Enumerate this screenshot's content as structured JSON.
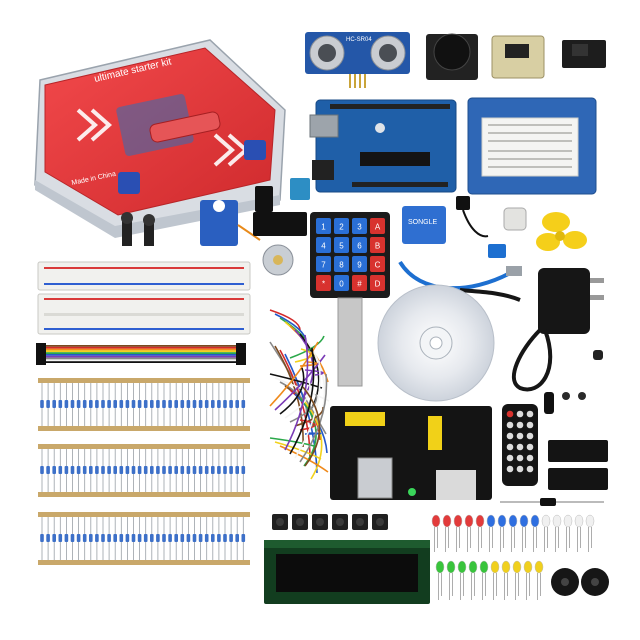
{
  "case": {
    "brand_text": "ultimate starter kit",
    "origin_text": "Made in China"
  },
  "sensor": {
    "ultrasonic_label": "HC-SR04"
  },
  "keypad": {
    "keys": [
      "1",
      "2",
      "3",
      "A",
      "4",
      "5",
      "6",
      "B",
      "7",
      "8",
      "9",
      "C",
      "*",
      "0",
      "#",
      "D"
    ]
  },
  "relay": {
    "label": "SONGLE"
  },
  "colors": {
    "case_red": "#e8373a",
    "board_blue": "#1f5fa8",
    "pcb_black": "#1a1a1a",
    "breadboard": "#f1f1ee",
    "yellow": "#f5cf1a"
  }
}
